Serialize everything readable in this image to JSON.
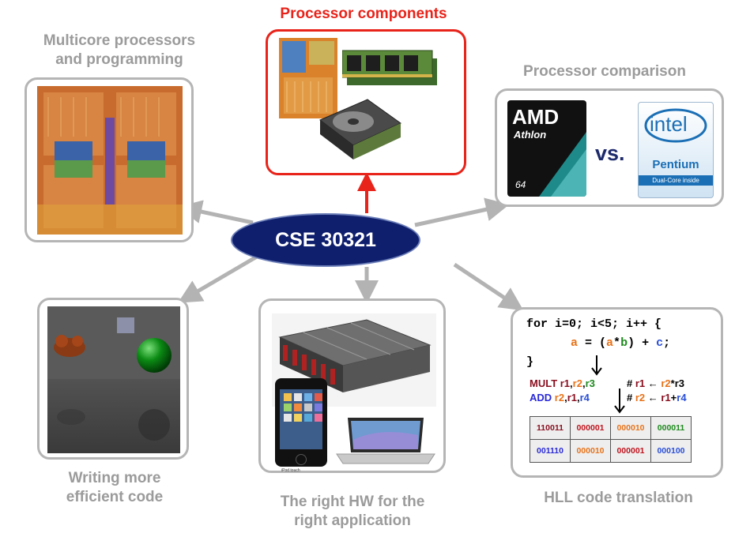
{
  "center_label": "CSE 30321",
  "topics": {
    "components": "Processor components",
    "multicore": "Multicore processors\nand programming",
    "comparison": "Processor comparison",
    "efficient": "Writing more\nefficient code",
    "hardware": "The right HW for the\nright application",
    "hll": "HLL code translation"
  },
  "comparison": {
    "amd_brand": "AMD",
    "amd_product": "Athlon",
    "amd_bits": "64",
    "vs": "vs.",
    "intel_brand": "intel",
    "intel_product": "Pentium",
    "intel_sub": "Dual-Core inside"
  },
  "ipod_caption": "iPod touch",
  "hll": {
    "line1": "for i=0; i<5; i++ {",
    "line2_a": "a",
    "line2_eq": " = (",
    "line2_a2": "a",
    "line2_star": "*",
    "line2_b": "b",
    "line2_plus": ") + ",
    "line2_c": "c",
    "line2_end": ";",
    "line3": "}",
    "asm1": {
      "op": "MULT ",
      "r1": "r1",
      "c1": ",",
      "r2": "r2",
      "c2": ",",
      "r3": "r3",
      "comment": "# ",
      "cr1": "r1",
      "arrow": " ← ",
      "cr2": "r2",
      "star": "*",
      "cr3": "r3"
    },
    "asm2": {
      "op": "ADD ",
      "r2": "r2",
      "c1": ",",
      "r1": "r1",
      "c2": ",",
      "r4": "r4",
      "comment": "# ",
      "cr2": "r2",
      "arrow": " ← ",
      "cr1": "r1",
      "plus": "+",
      "cr4": "r4"
    },
    "machine_rows": [
      [
        "110011",
        "000001",
        "000010",
        "000011"
      ],
      [
        "001110",
        "000010",
        "000001",
        "000100"
      ]
    ]
  },
  "colors": {
    "highlight": "#e8231a",
    "muted_title": "#9b9b9b",
    "ellipse": "#0f1f6e",
    "arrow_gray": "#b3b3b3"
  }
}
